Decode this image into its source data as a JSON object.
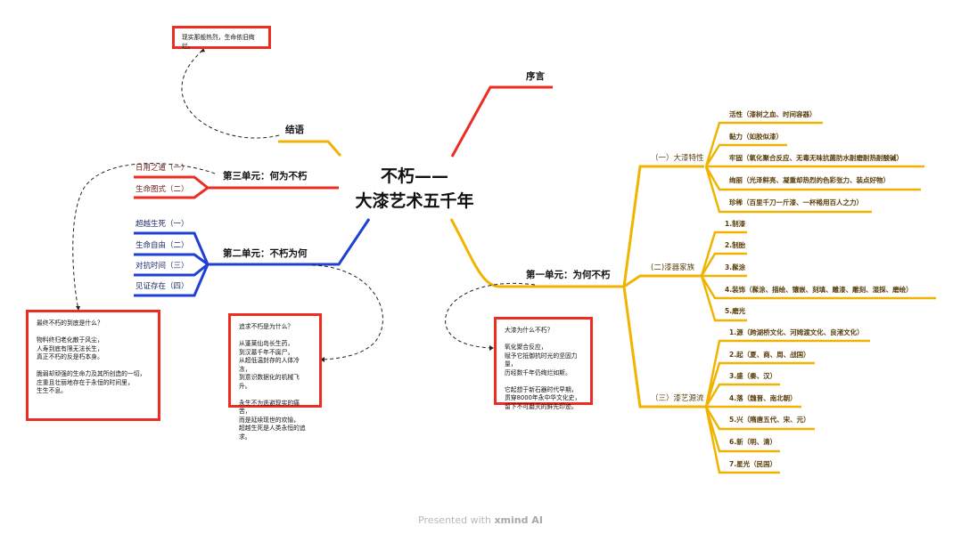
{
  "center": {
    "line1": "不朽——",
    "line2": "大漆艺术五千年"
  },
  "branches": {
    "preface": "序言",
    "conclusion": "结语",
    "unit3": {
      "label": "第三单元：何为不朽",
      "children": [
        "日用之道（一）",
        "生命图式（二）"
      ]
    },
    "unit2": {
      "label": "第二单元：不朽为何",
      "children": [
        "超越生死（一）",
        "生命自由（二）",
        "对抗时间（三）",
        "见证存在（四）"
      ]
    },
    "unit1": {
      "label": "第一单元：为何不朽",
      "sections": [
        {
          "label": "（一）大漆特性",
          "children": [
            "活性（漆树之血、时间容器）",
            "黏力（如胶似漆）",
            "牢固（氧化聚合反应、无毒无味抗菌防水耐磨耐热耐酸碱）",
            "绚丽（光泽鲜亮、凝重却热烈的色彩张力、装点好物）",
            "珍稀（百里千刀一斤漆、一杯棬用百人之力）"
          ]
        },
        {
          "label": "(二)漆器家族",
          "children": [
            "1.制漆",
            "2.制胎",
            "3.髹涂",
            "4.装饰（髹涂、描绘、镶嵌、刻填、雕漆、雕刻、湿採、磨绘）",
            "5.磨光"
          ]
        },
        {
          "label": "（三）漆艺源流",
          "children": [
            "1.源（跨湖桥文化、河姆渡文化、良渚文化）",
            "2.起（夏、商、周、战国）",
            "3.盛（秦、汉）",
            "4.落（魏晋、南北朝）",
            "5.兴（隋唐五代、宋、元）",
            "6.新（明、清）",
            "7.星光（民国）"
          ]
        }
      ]
    }
  },
  "notes": {
    "conclusion": "现实那般热烈，生命依旧绚烂。",
    "unit3": "最终不朽的到底是什么？\n\n物料终归老化散于风尘，\n人寿到底有限无法长生，\n真正不朽的反是朽本身。\n\n脆弱却顽强的生命力及其所创造的一切，\n庄重且壮丽地存在于永恒的时间里，\n生生不息。",
    "unit2": "追求不朽是为什么？\n\n从蓬莱仙岛长生药，\n到汉墓千年不腐尸，\n从超低温封存的人体冷冻，\n到意识数据化的机械飞升。\n\n永生不为逃避现实的痛苦，\n而是延续现世的欢愉，\n超越生死是人类永恒的追求。",
    "unit1": "大漆为什么不朽？\n\n氧化聚合反应，\n赋予它抵御抗时光的坚固力量，\n历经数千年仍绚烂如斯。\n\n它起想于新石器时代早期，\n贯穿8000年永中华文化史，\n留下不可磨灭的鲜先印迹。"
  },
  "footer": {
    "prefix": "Presented with ",
    "brand": "xmind AI"
  },
  "colors": {
    "red": "#ee2c22",
    "blue": "#1f3fd6",
    "yellow": "#f0b400"
  }
}
